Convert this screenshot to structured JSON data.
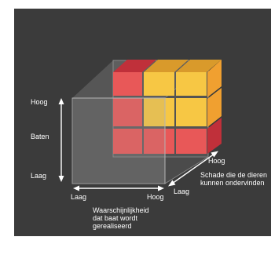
{
  "axes": {
    "y": {
      "title": "Baten",
      "high": "Hoog",
      "low": "Laag"
    },
    "x": {
      "low": "Laag",
      "high": "Hoog",
      "title": "Waarschijnlijkheid\ndat baat wordt\ngerealiseerd"
    },
    "z": {
      "low": "Laag",
      "high": "Hoog",
      "title": "Schade die de dieren\nkunnen ondervinden"
    }
  },
  "colors": {
    "background": "#3b3b3b",
    "cube_glass": "#7a7a7a",
    "red": "#e85858",
    "orange": "#f0a030",
    "yellow": "#f7c744",
    "dark_red": "#c0303a",
    "text": "#ffffff"
  },
  "cube_grid": {
    "front_face": [
      [
        "red",
        "yellow",
        "yellow"
      ],
      [
        "red",
        "yellow",
        "yellow"
      ],
      [
        "red",
        "red",
        "red"
      ]
    ],
    "top_face": [
      [
        "dark_red",
        "orange",
        "orange"
      ]
    ],
    "right_face": [
      [
        "orange"
      ],
      [
        "orange"
      ],
      [
        "dark_red"
      ]
    ]
  }
}
